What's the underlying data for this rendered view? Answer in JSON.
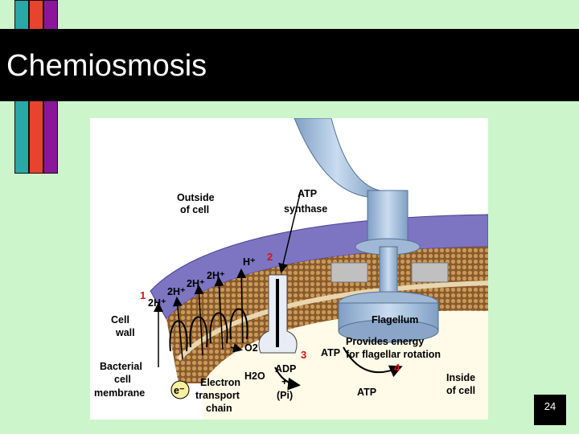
{
  "slide": {
    "title": "Chemiosmosis",
    "page_number": "24"
  },
  "figure": {
    "labels": {
      "outside_cell_1": "Outside",
      "outside_cell_2": "of cell",
      "atp_synthase_1": "ATP",
      "atp_synthase_2": "synthase",
      "cell_wall_1": "Cell",
      "cell_wall_2": "wall",
      "membrane_1": "Bacterial",
      "membrane_2": "cell",
      "membrane_3": "membrane",
      "flagellum": "Flagellum",
      "provides_1": "Provides energy",
      "provides_2": "for flagellar rotation",
      "inside_1": "Inside",
      "inside_2": "of cell",
      "etc_1": "Electron",
      "etc_2": "transport",
      "etc_3": "chain",
      "atp_top": "ATP",
      "atp_bottom": "ATP",
      "adp": "ADP",
      "plus": "+",
      "pi": "(Pi)",
      "o2": "O2",
      "h2o": "H2O",
      "electron": "e⁻",
      "h_plus": "H⁺",
      "two_h_plus": "2H⁺"
    },
    "steps": [
      "1",
      "2",
      "3",
      "4"
    ]
  }
}
